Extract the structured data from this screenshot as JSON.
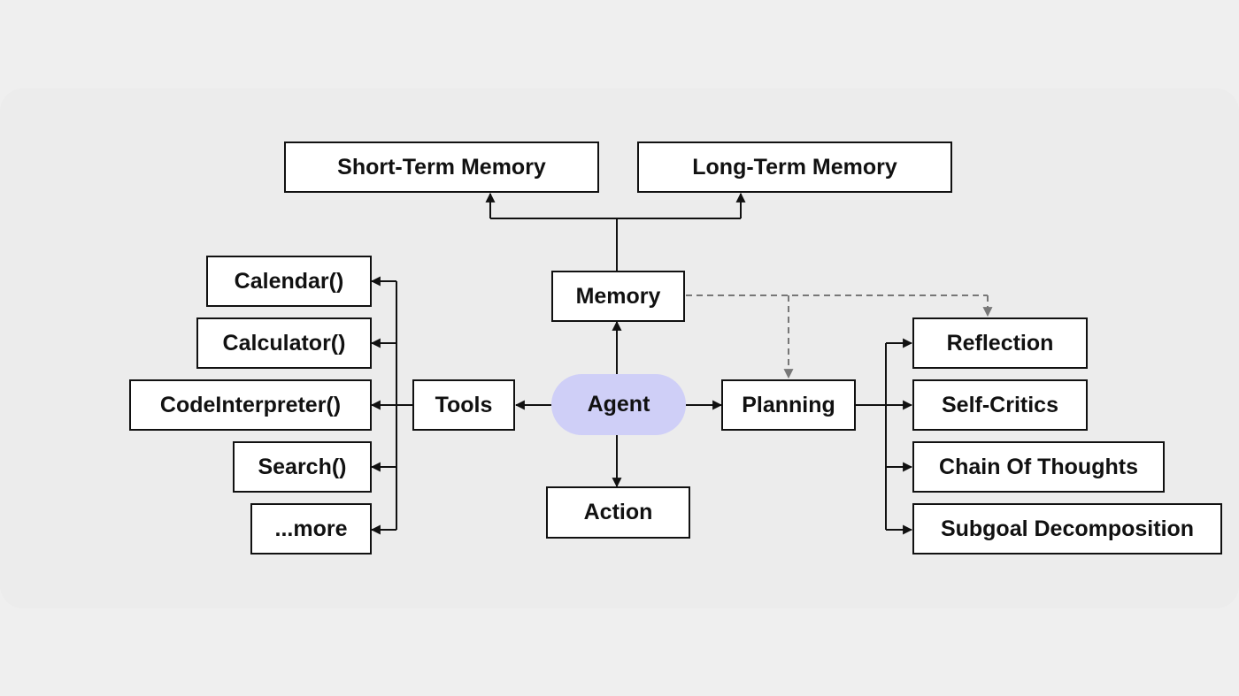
{
  "diagram": {
    "center": "Agent",
    "memory": {
      "label": "Memory",
      "children": [
        "Short-Term Memory",
        "Long-Term Memory"
      ]
    },
    "tools": {
      "label": "Tools",
      "children": [
        "Calendar()",
        "Calculator()",
        "CodeInterpreter()",
        "Search()",
        "...more"
      ]
    },
    "planning": {
      "label": "Planning",
      "children": [
        "Reflection",
        "Self-Critics",
        "Chain Of Thoughts",
        "Subgoal Decomposition"
      ]
    },
    "action": "Action",
    "colors": {
      "agent_fill": "#cfcff7",
      "line": "#111111",
      "dashed_line": "#777777",
      "box_fill": "#ffffff",
      "background": "#ececec"
    }
  }
}
